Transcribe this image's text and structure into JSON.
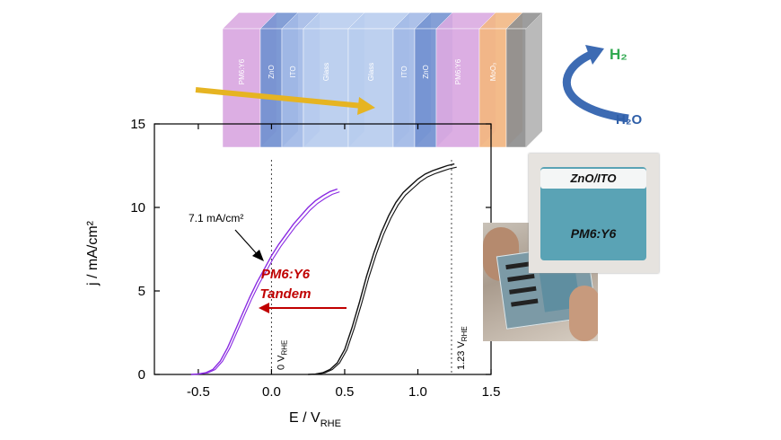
{
  "chart_data": {
    "type": "line",
    "xlabel_main": "E / V",
    "xlabel_sub": "RHE",
    "ylabel": "j / mA/cm²",
    "xlim": [
      -0.8,
      1.5
    ],
    "ylim": [
      0,
      15
    ],
    "xticks": [
      -0.5,
      0.0,
      0.5,
      1.0,
      1.5
    ],
    "xtick_labels": [
      "-0.5",
      "0.0",
      "0.5",
      "1.0",
      "1.5"
    ],
    "yticks": [
      0,
      5,
      10,
      15
    ],
    "ytick_labels": [
      "0",
      "5",
      "10",
      "15"
    ],
    "series": [
      {
        "name": "PM6:Y6 Tandem",
        "color": "#8a2be2",
        "x": [
          -0.55,
          -0.5,
          -0.45,
          -0.4,
          -0.35,
          -0.3,
          -0.25,
          -0.2,
          -0.15,
          -0.1,
          -0.05,
          0.0,
          0.05,
          0.1,
          0.15,
          0.2,
          0.25,
          0.3,
          0.35,
          0.4,
          0.45
        ],
        "y": [
          0.0,
          0.03,
          0.1,
          0.3,
          0.8,
          1.6,
          2.6,
          3.6,
          4.6,
          5.5,
          6.3,
          7.1,
          7.8,
          8.4,
          9.0,
          9.5,
          10.0,
          10.4,
          10.7,
          10.95,
          11.1
        ]
      },
      {
        "name": "",
        "color": "#111111",
        "x": [
          0.25,
          0.3,
          0.35,
          0.4,
          0.45,
          0.5,
          0.55,
          0.6,
          0.65,
          0.7,
          0.75,
          0.8,
          0.85,
          0.9,
          0.95,
          1.0,
          1.05,
          1.1,
          1.15,
          1.2,
          1.25
        ],
        "y": [
          0.0,
          0.02,
          0.1,
          0.3,
          0.7,
          1.5,
          2.8,
          4.3,
          5.9,
          7.3,
          8.5,
          9.5,
          10.3,
          10.9,
          11.3,
          11.7,
          12.0,
          12.2,
          12.35,
          12.5,
          12.6
        ]
      }
    ],
    "reference_lines": [
      {
        "x": 0.0,
        "label_main": "0 V",
        "label_sub": "RHE"
      },
      {
        "x": 1.23,
        "label_main": "1.23 V",
        "label_sub": "RHE"
      }
    ],
    "annotation_value": "7.1 mA/cm²",
    "annotation_point": [
      -0.05,
      6.9
    ],
    "label_line1": "PM6:Y6",
    "label_line2": "Tandem",
    "label_color": "#c00000"
  },
  "device_stack": {
    "layers": [
      {
        "name": "PM6:Y6",
        "color": "#d9a6e0"
      },
      {
        "name": "ZnO",
        "color": "#6f8fd0"
      },
      {
        "name": "ITO",
        "color": "#9fb7e6"
      },
      {
        "name": "Glass",
        "color": "#b6cbee"
      },
      {
        "name": "Glass",
        "color": "#b6cbee"
      },
      {
        "name": "ITO",
        "color": "#9fb7e6"
      },
      {
        "name": "ZnO",
        "color": "#6f8fd0"
      },
      {
        "name": "PM6:Y6",
        "color": "#d9a6e0"
      },
      {
        "name": "MoO₃",
        "color": "#f2b47e"
      },
      {
        "name": "",
        "color": "#8c8c8c"
      }
    ],
    "h2_label": "H₂",
    "h2o_label": "H₂O",
    "h2_color": "#2fa84f",
    "h2o_color": "#2f5fa8",
    "arrow_color": "#e6b422"
  },
  "photos": {
    "device_photo_top_label": "ZnO/ITO",
    "device_photo_main_label": "PM6:Y6"
  }
}
